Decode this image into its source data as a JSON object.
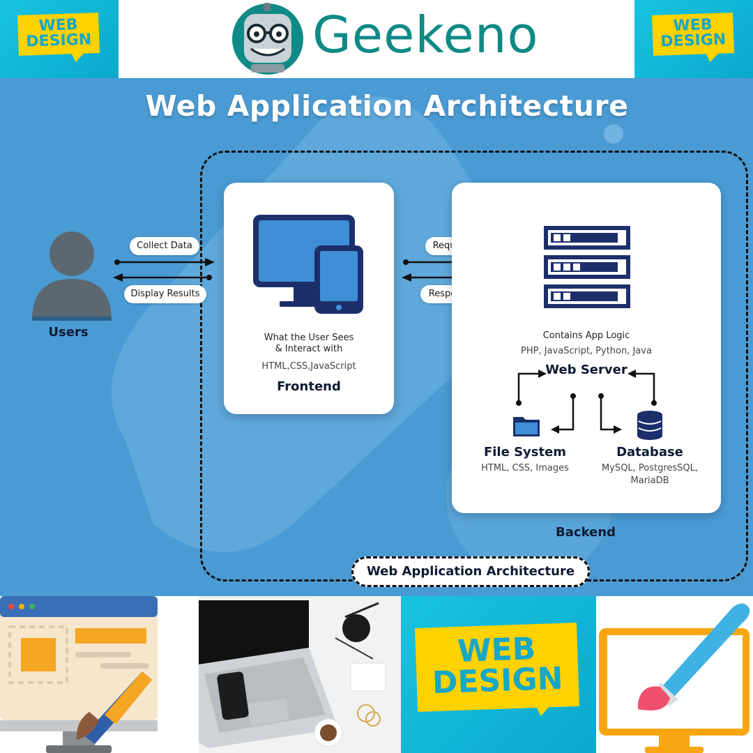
{
  "header": {
    "brand_name": "Geekeno",
    "badge_line1": "WEB",
    "badge_line2": "DESIGN"
  },
  "diagram": {
    "title": "Web Application Architecture",
    "users_label": "Users",
    "collect_data": "Collect Data",
    "display_results": "Display Results",
    "request": "Request",
    "response": "Response",
    "frontend": {
      "line1": "What the User Sees",
      "line2": "& Interact with",
      "tech": "HTML,CSS,JavaScript",
      "label": "Frontend"
    },
    "backend": {
      "contains": "Contains App Logic",
      "langs": "PHP, JavaScript, Python, Java",
      "web_server": "Web Server",
      "file_system": "File System",
      "file_system_detail": "HTML, CSS, Images",
      "database": "Database",
      "database_detail_1": "MySQL, PostgresSQL,",
      "database_detail_2": "MariaDB",
      "label": "Backend"
    },
    "footer_pill": "Web Application Architecture"
  },
  "bottom": {
    "badge_line1": "WEB",
    "badge_line2": "DESIGN"
  },
  "colors": {
    "primary_blue": "#4a9bd4",
    "navy": "#1d2f6b",
    "teal_brand": "#0f8a86",
    "badge_yellow": "#ffd200",
    "badge_cyan": "#19c3df"
  }
}
